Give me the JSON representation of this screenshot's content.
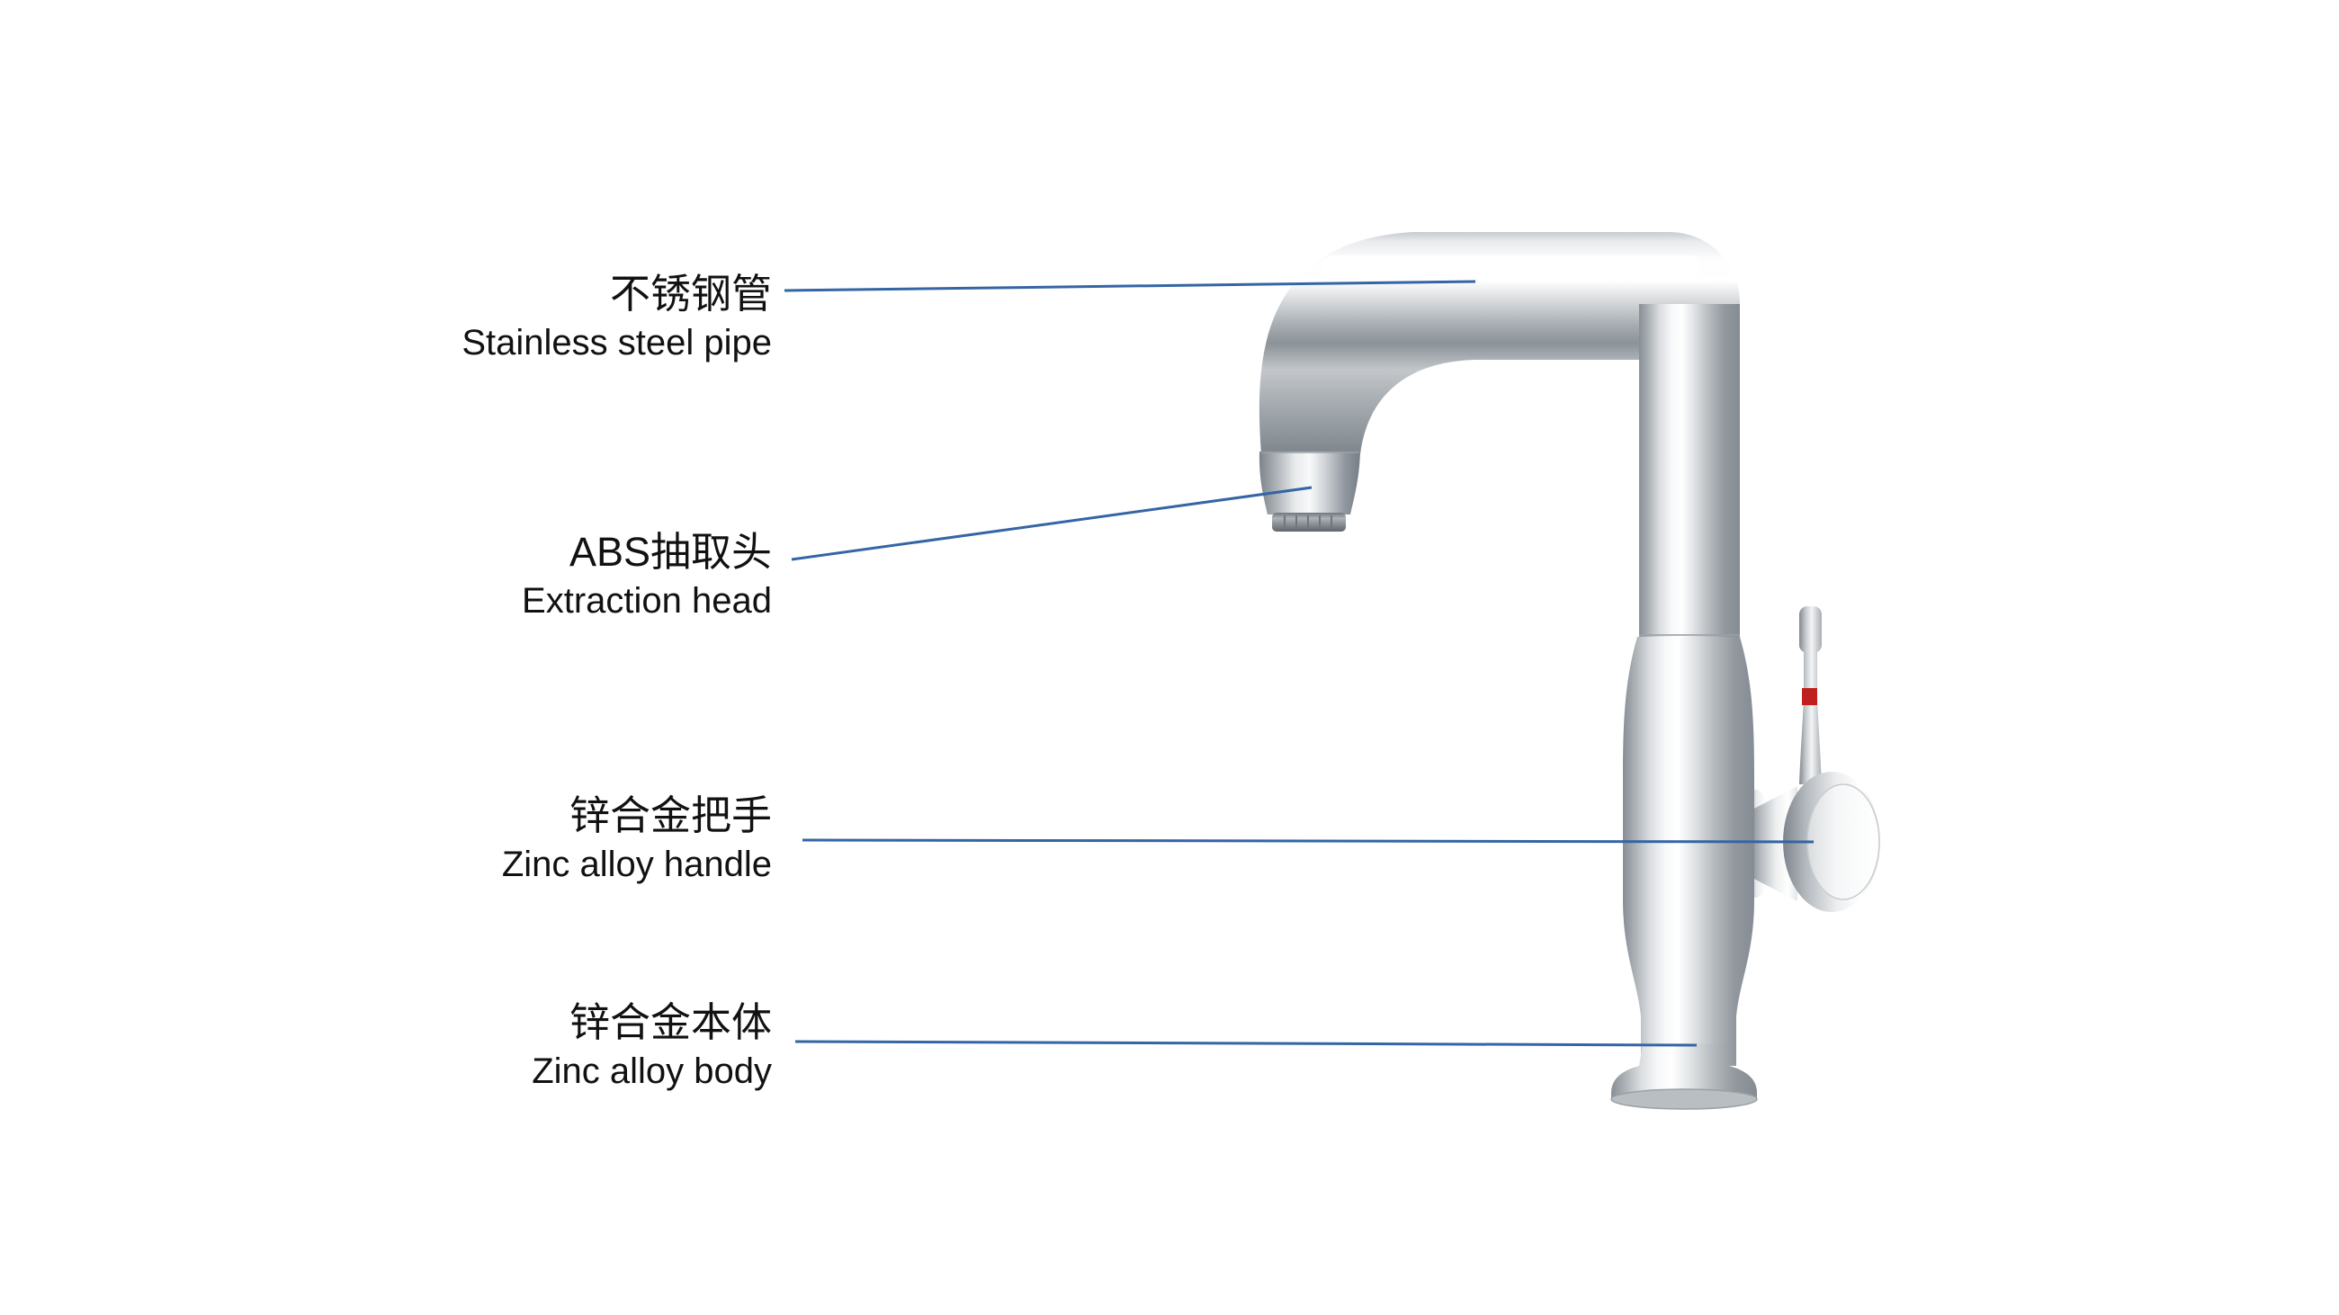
{
  "diagram": {
    "subject": "pull-out kitchen faucet",
    "labels": [
      {
        "id": "stainless-steel-pipe",
        "zh": "不锈钢管",
        "en": "Stainless steel pipe"
      },
      {
        "id": "extraction-head",
        "zh": "ABS抽取头",
        "en": "Extraction head"
      },
      {
        "id": "zinc-alloy-handle",
        "zh": "锌合金把手",
        "en": "Zinc alloy handle"
      },
      {
        "id": "zinc-alloy-body",
        "zh": "锌合金本体",
        "en": "Zinc alloy body"
      }
    ],
    "colors": {
      "leader_line": "#3465a4",
      "handle_accent_red": "#c0201d",
      "text": "#111111",
      "background": "#ffffff"
    }
  }
}
